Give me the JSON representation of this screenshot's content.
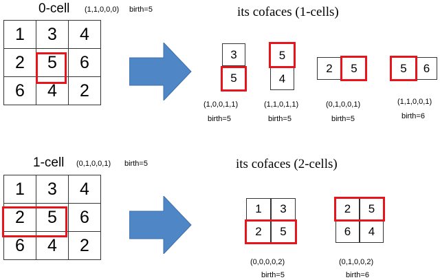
{
  "top": {
    "label": "0-cell",
    "tuple": "(1,1,0,0,0)",
    "birth": "birth=5",
    "grid": [
      "1",
      "3",
      "4",
      "2",
      "5",
      "6",
      "6",
      "4",
      "2"
    ],
    "faces_title": "its cofaces (1-cells)",
    "cofaces": [
      {
        "cells": [
          "3",
          "5"
        ],
        "tuple": "(1,0,0,1,1)",
        "birth": "birth=5"
      },
      {
        "cells": [
          "5",
          "4"
        ],
        "tuple": "(1,1,0,1,1)",
        "birth": "birth=5"
      },
      {
        "cells": [
          "2",
          "5"
        ],
        "tuple": "(0,1,0,0,1)",
        "birth": "birth=5"
      },
      {
        "cells": [
          "5",
          "6"
        ],
        "tuple": "(1,1,0,0,1)",
        "birth": "birth=6"
      }
    ]
  },
  "bottom": {
    "label": "1-cell",
    "tuple": "(0,1,0,0,1)",
    "birth": "birth=5",
    "grid": [
      "1",
      "3",
      "4",
      "2",
      "5",
      "6",
      "6",
      "4",
      "2"
    ],
    "faces_title": "its cofaces (2-cells)",
    "cofaces": [
      {
        "cells": [
          "1",
          "3",
          "2",
          "5"
        ],
        "tuple": "(0,0,0,0,2)",
        "birth": "birth=5"
      },
      {
        "cells": [
          "2",
          "5",
          "6",
          "4"
        ],
        "tuple": "(0,1,0,0,2)",
        "birth": "birth=6"
      }
    ]
  },
  "colors": {
    "highlight": "#e8141b",
    "arrow": "#4f86c6"
  }
}
